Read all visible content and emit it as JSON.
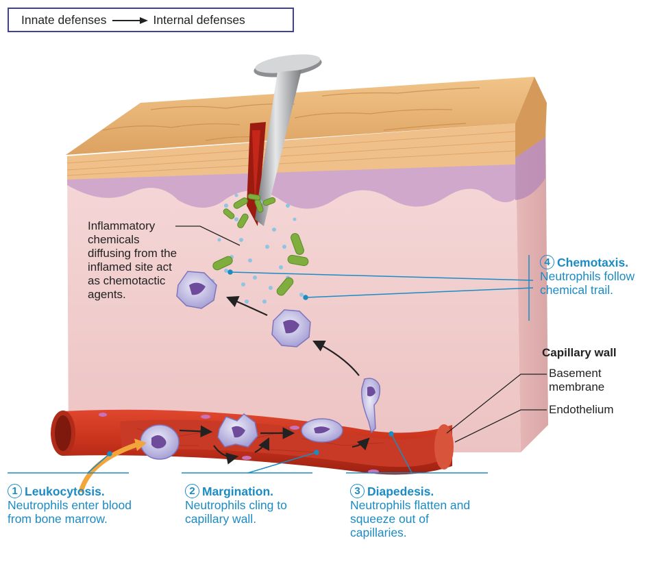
{
  "header": {
    "from_label": "Innate defenses",
    "to_label": "Internal defenses"
  },
  "labels": {
    "inflammatory": "Inflammatory chemicals diffusing from the inflamed site act as chemotactic agents.",
    "capillary_wall": "Capillary wall",
    "basement_membrane": "Basement membrane",
    "endothelium": "Endothelium"
  },
  "steps": [
    {
      "number": "1",
      "title": "Leukocytosis.",
      "description": "Neutrophils enter blood from bone marrow."
    },
    {
      "number": "2",
      "title": "Margination.",
      "description": "Neutrophils cling to capillary wall."
    },
    {
      "number": "3",
      "title": "Diapedesis.",
      "description": "Neutrophils flatten and squeeze out of capillaries."
    },
    {
      "number": "4",
      "title": "Chemotaxis.",
      "description": "Neutrophils follow chemical trail."
    }
  ],
  "colors": {
    "accent": "#1a8bc4",
    "header_border": "#3f3f9a",
    "skin_surface": "#e9b67a",
    "dermis": "#f3d2cf",
    "blood_vessel": "#c8311e",
    "bacteria": "#7fae3e",
    "neutrophil": "#b9b3e0",
    "leukocytosis_arrow": "#f2a53a"
  },
  "icons": {
    "nail": "nail-icon",
    "bacteria": "bacteria-icon",
    "neutrophil": "neutrophil-cell-icon"
  }
}
